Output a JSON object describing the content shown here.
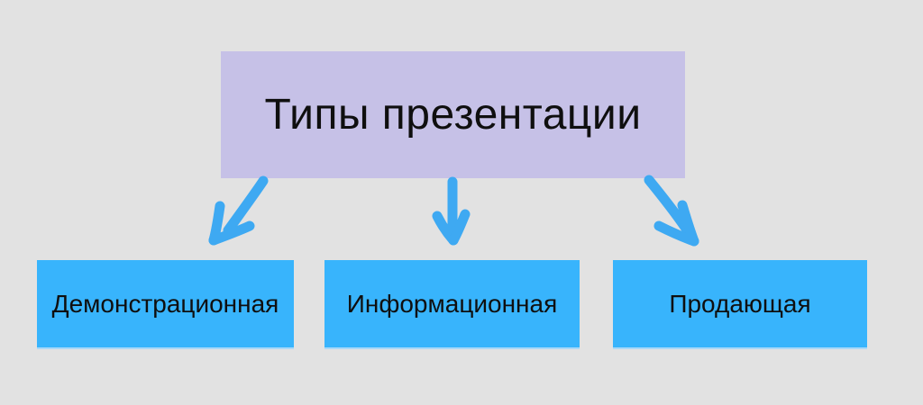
{
  "diagram": {
    "title": "Типы презентации",
    "nodes": [
      {
        "label": "Демонстрационная"
      },
      {
        "label": "Информационная"
      },
      {
        "label": "Продающая"
      }
    ],
    "connectors": [
      {
        "icon": "arrow-down-left-icon",
        "from": "title",
        "to": "node-1"
      },
      {
        "icon": "arrow-down-icon",
        "from": "title",
        "to": "node-2"
      },
      {
        "icon": "arrow-down-right-icon",
        "from": "title",
        "to": "node-3"
      }
    ]
  },
  "colors": {
    "background": "#e2e2e2",
    "title_box": "#c6c1e7",
    "node_box": "#38b4fc",
    "node_box_edge": "#a9d9f8",
    "arrow": "#3ea9f2",
    "text": "#0f0f0f"
  }
}
